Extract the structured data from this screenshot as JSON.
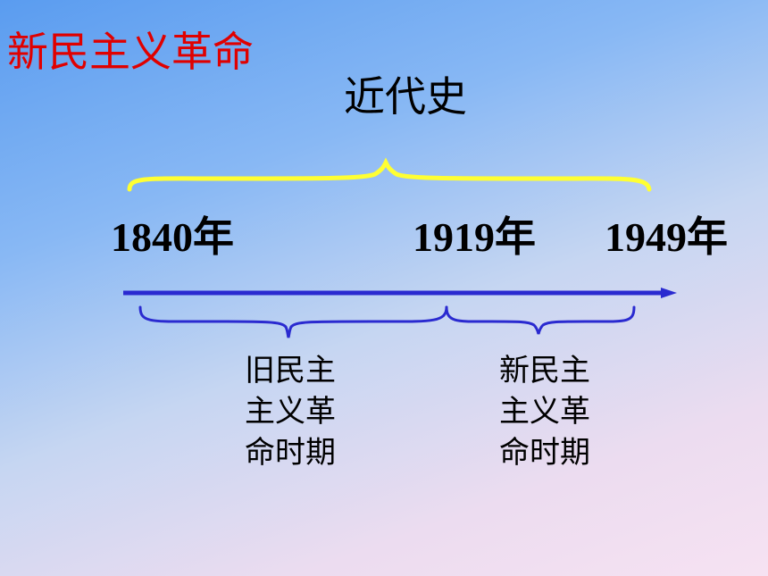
{
  "slide": {
    "title": "新民主义革命",
    "subtitle": "近代史",
    "years": [
      "1840年",
      "1919年",
      "1949年"
    ],
    "periods": [
      {
        "lines": [
          "旧民主",
          "主义革",
          "命时期"
        ]
      },
      {
        "lines": [
          "新民主",
          "主义革",
          "命时期"
        ]
      }
    ],
    "colors": {
      "title": "#e00000",
      "top_brace": "#ffff33",
      "timeline_arrow": "#2a2ad0",
      "lower_braces": "#2a2ad0"
    }
  }
}
